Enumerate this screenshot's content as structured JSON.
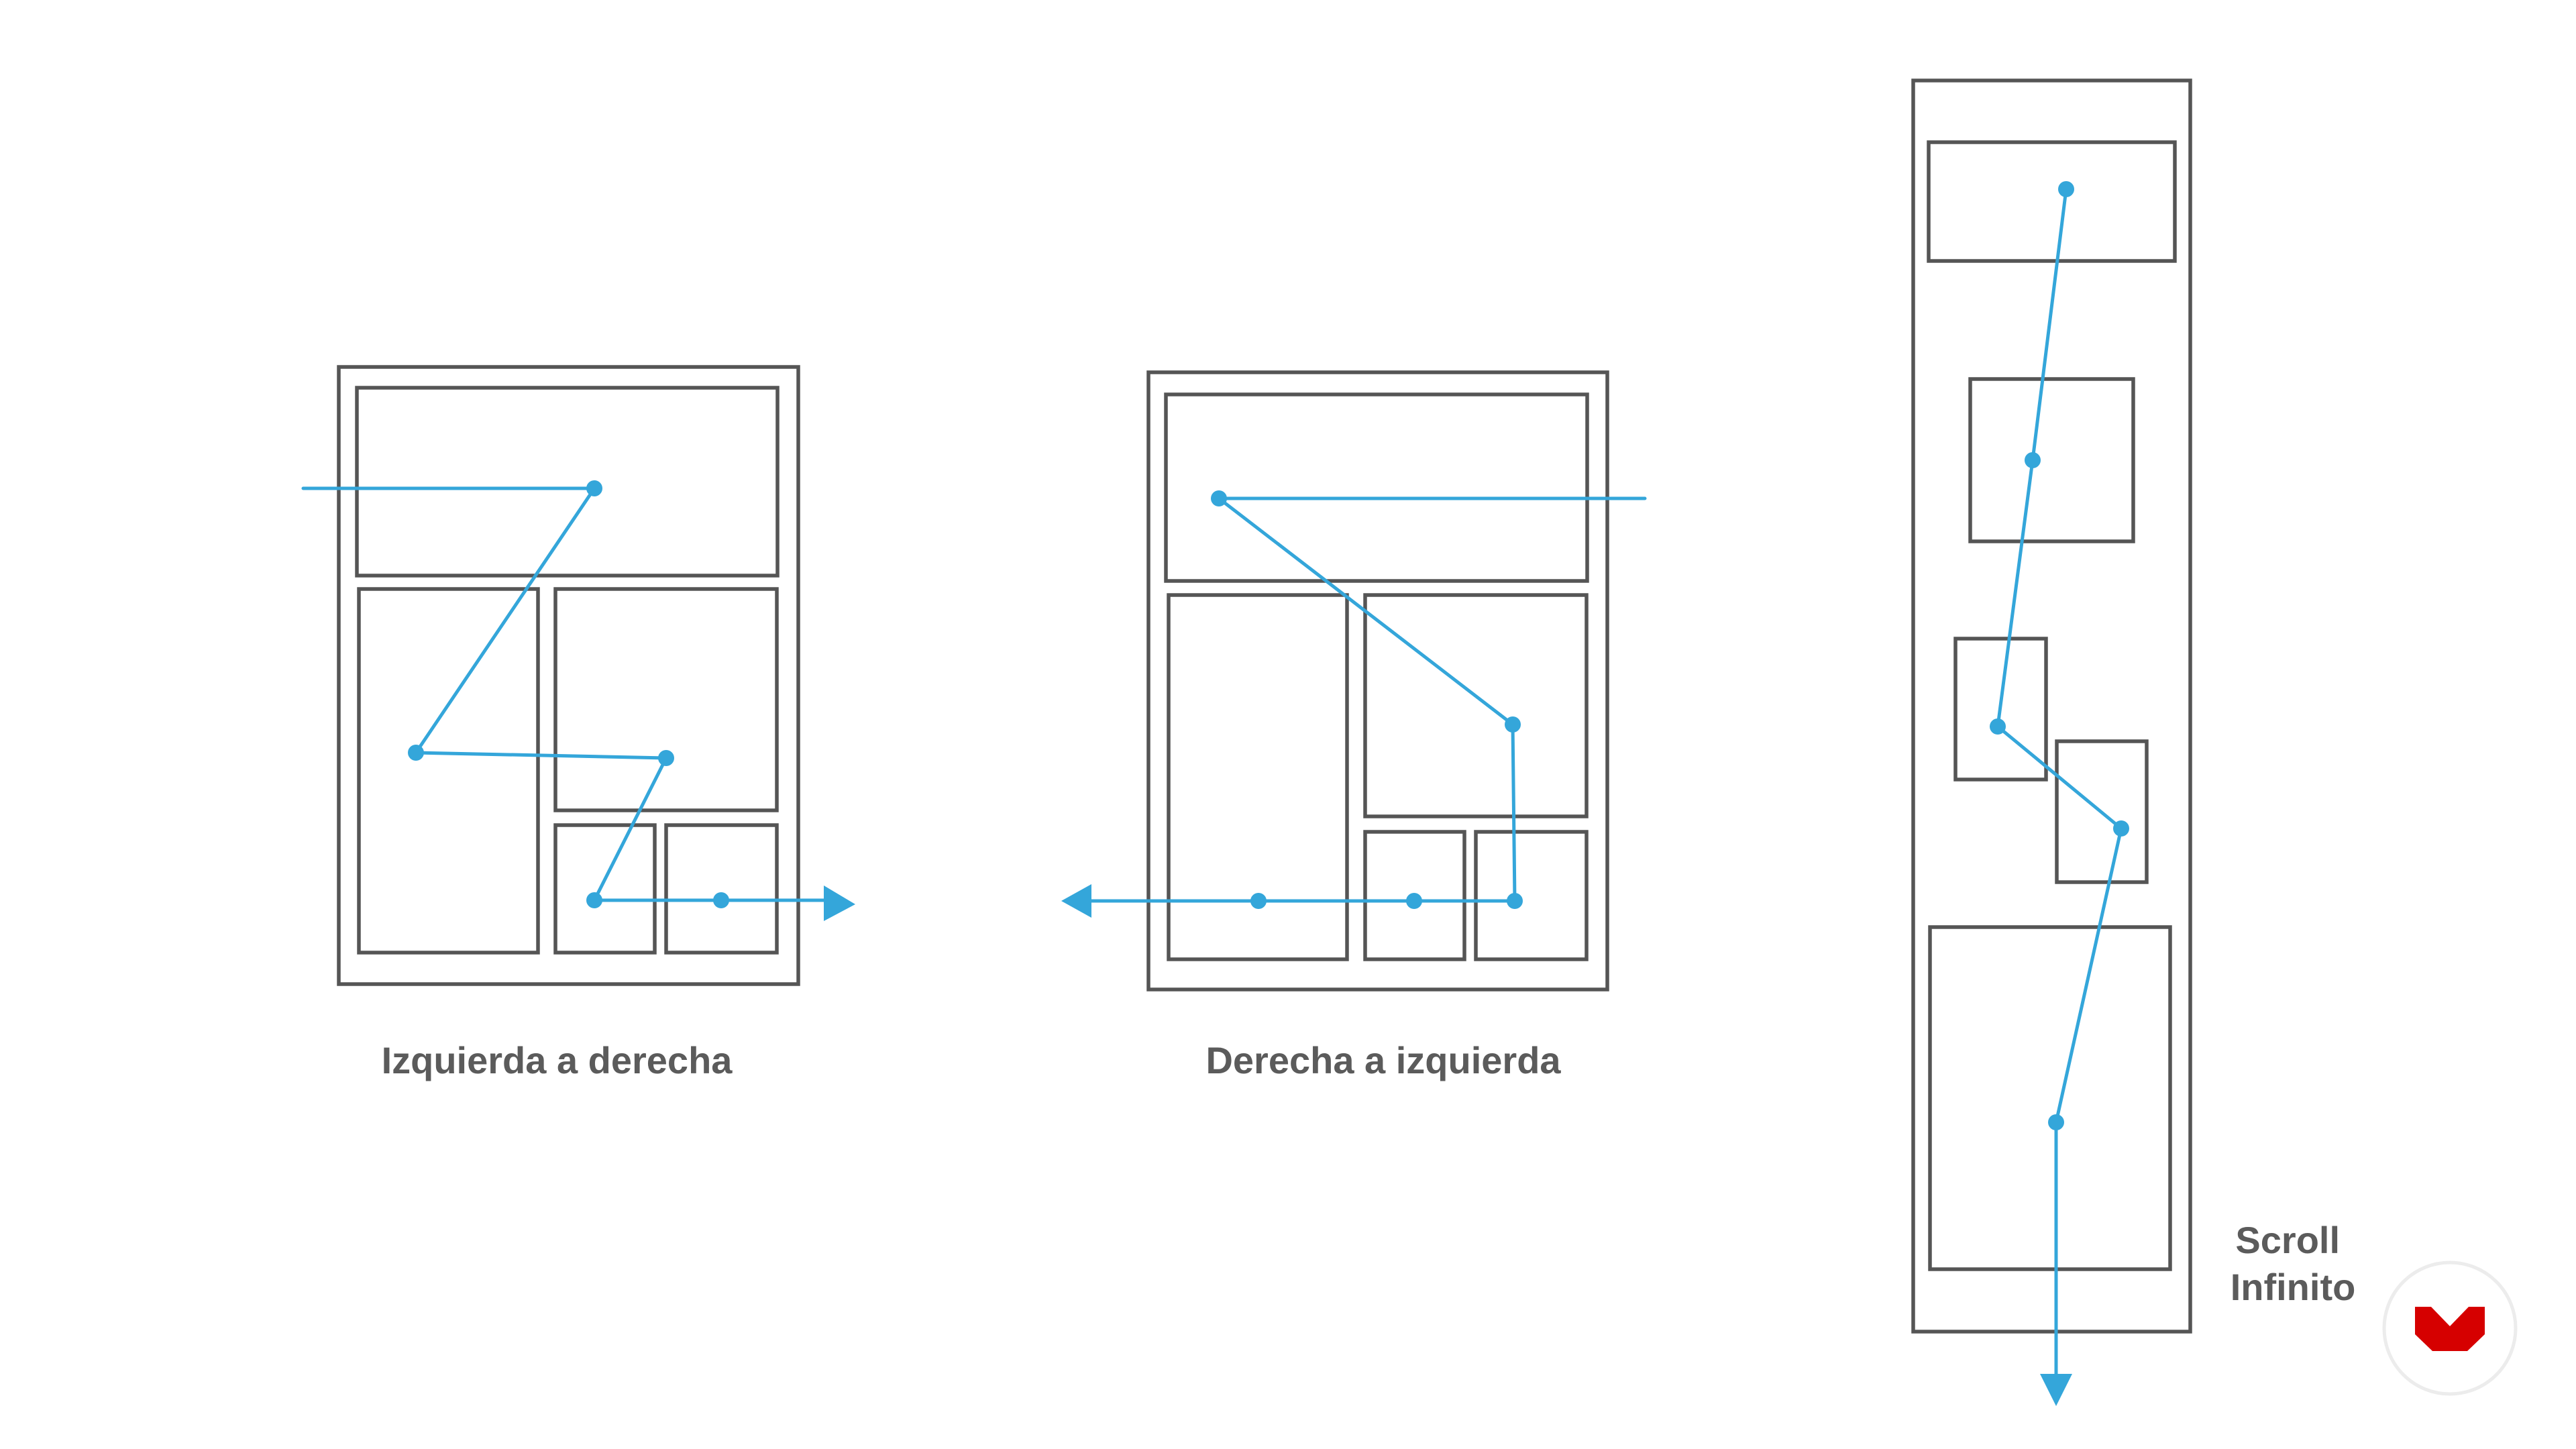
{
  "diagrams": [
    {
      "caption": "Izquierda a derecha"
    },
    {
      "caption": "Derecha a izquierda"
    },
    {
      "caption_lines": [
        "Scroll",
        "Infinito"
      ]
    }
  ],
  "colors": {
    "frame": "#555555",
    "flow": "#34a6da",
    "caption": "#5b5b5b",
    "logo": "#d60000"
  },
  "logo": {
    "icon": "brand-logo-icon"
  }
}
